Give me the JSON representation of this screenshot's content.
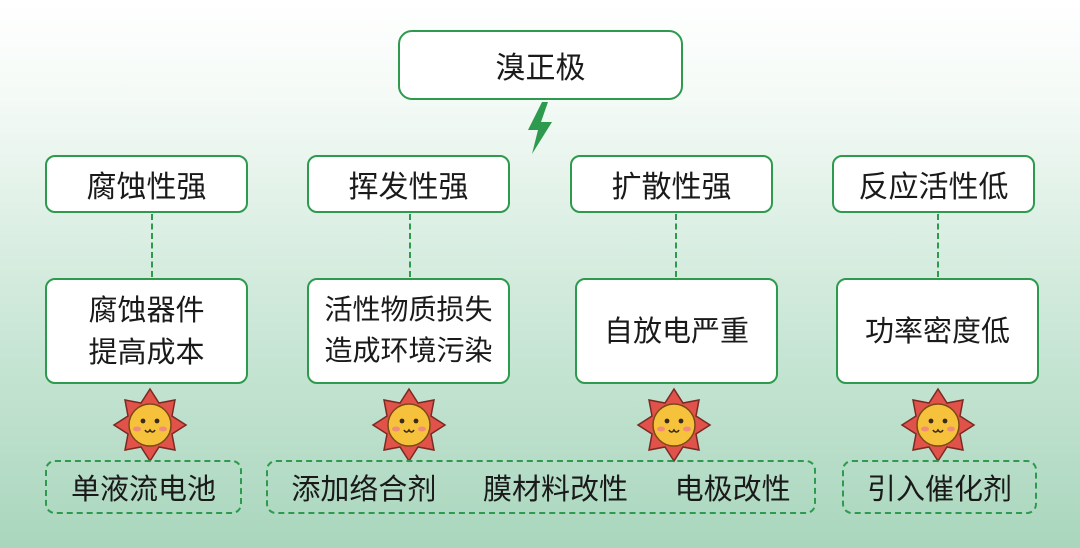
{
  "title": "溴正极",
  "columns": [
    {
      "property": "腐蚀性强",
      "effect": [
        "腐蚀器件",
        "提高成本"
      ]
    },
    {
      "property": "挥发性强",
      "effect": [
        "活性物质损失",
        "造成环境污染"
      ]
    },
    {
      "property": "扩散性强",
      "effect": [
        "自放电严重"
      ]
    },
    {
      "property": "反应活性低",
      "effect": [
        "功率密度低"
      ]
    }
  ],
  "solutions": [
    {
      "items": [
        "单液流电池"
      ]
    },
    {
      "items": [
        "添加络合剂",
        "膜材料改性",
        "电极改性"
      ]
    },
    {
      "items": [
        "引入催化剂"
      ]
    }
  ],
  "icons": {
    "connector": "lightning-icon",
    "marker": "sun-face-icon"
  },
  "colors": {
    "accent": "#2e9a4e",
    "sun_petal": "#e0524a",
    "sun_face": "#f7c23b"
  }
}
